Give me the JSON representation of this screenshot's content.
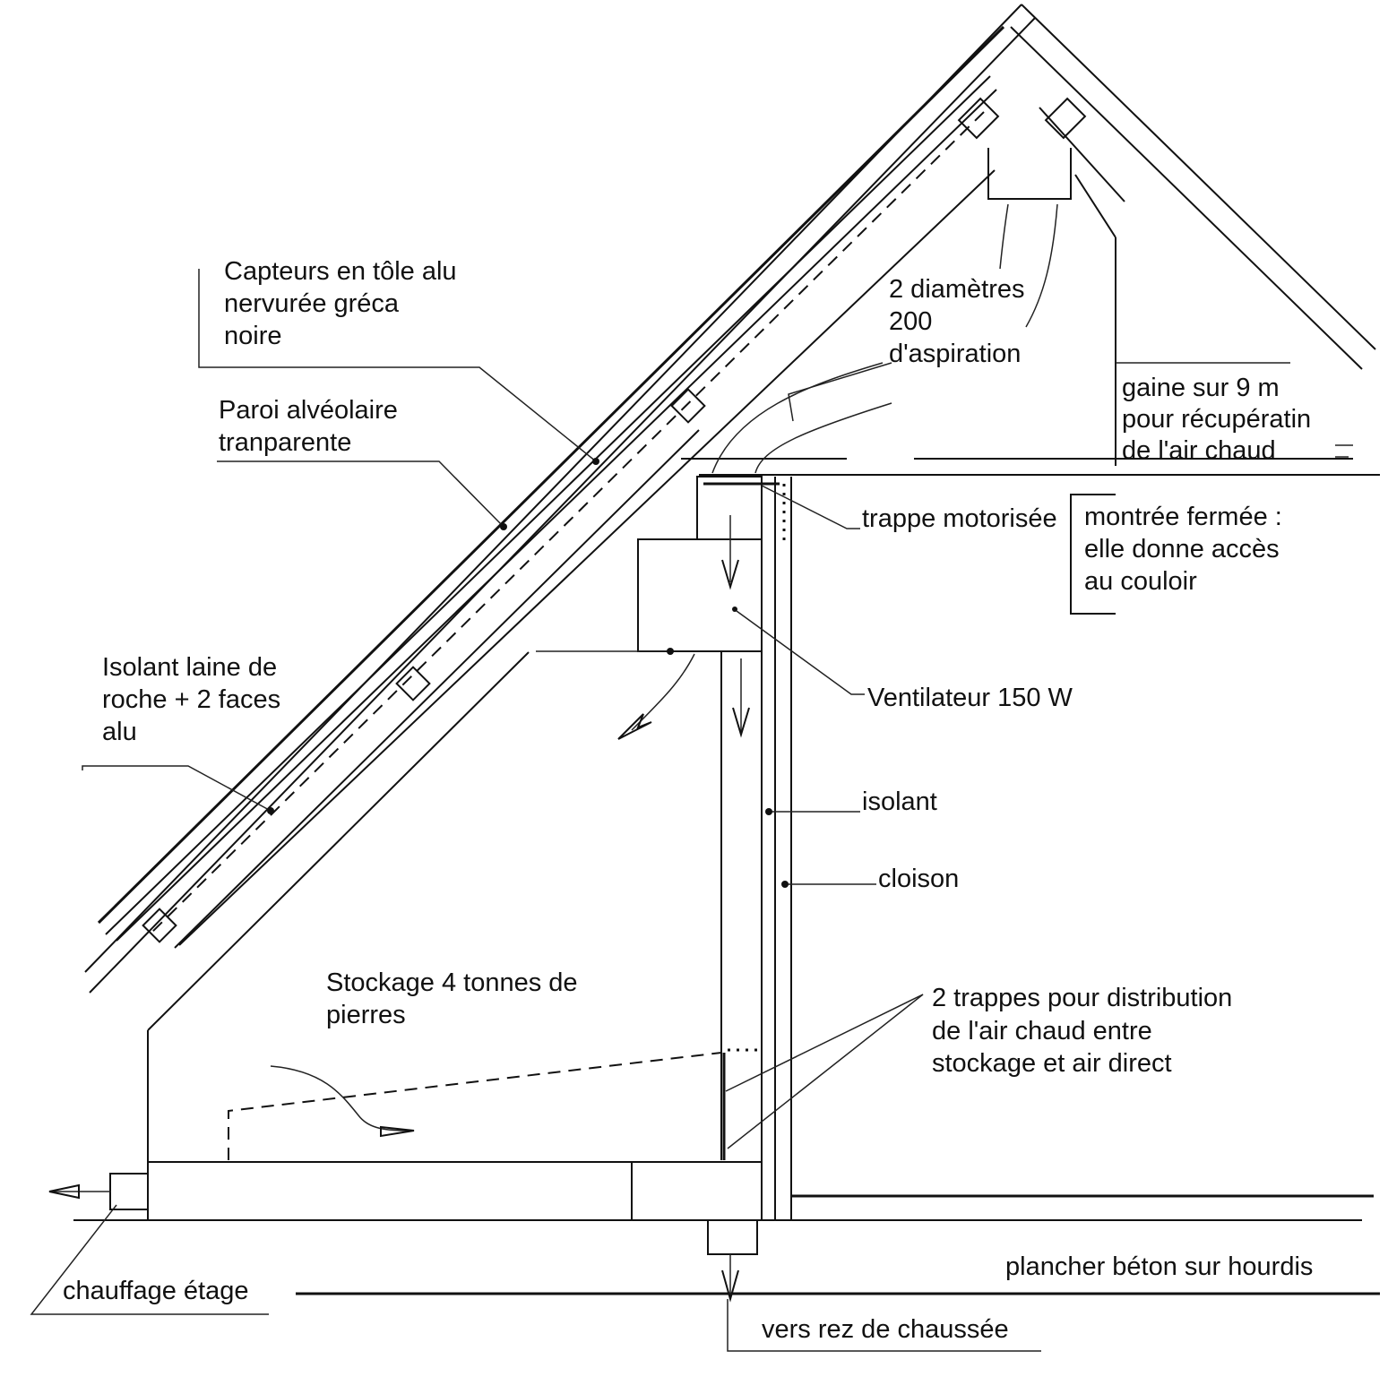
{
  "labels": {
    "capteurs": [
      "Capteurs en tôle alu",
      "nervurée gréca",
      "noire"
    ],
    "paroi": [
      "Paroi alvéolaire",
      "tranparente"
    ],
    "isolant_laine": [
      "Isolant laine de",
      "roche + 2 faces",
      "alu"
    ],
    "stockage": [
      "Stockage 4 tonnes de",
      "pierres"
    ],
    "chauffage": "chauffage étage",
    "diametres": [
      "2 diamètres",
      "200",
      "d'aspiration"
    ],
    "gaine": [
      "gaine sur 9 m",
      "pour récupératin",
      "de l'air chaud"
    ],
    "trappe": "trappe motorisée",
    "montree": [
      "montrée fermée :",
      "elle donne accès",
      "au couloir"
    ],
    "ventilateur": "Ventilateur 150 W",
    "isolant": "isolant",
    "cloison": "cloison",
    "trappes": [
      "2 trappes pour distribution",
      "de l'air chaud entre",
      "stockage et air direct"
    ],
    "plancher": "plancher béton sur hourdis",
    "vers": "vers rez de chaussée"
  }
}
